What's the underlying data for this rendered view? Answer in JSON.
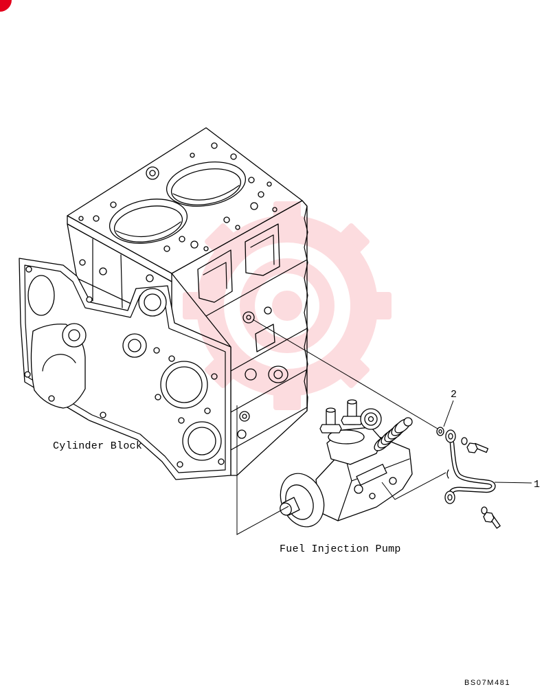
{
  "labels": {
    "cylinder_block": "Cylinder Block",
    "fuel_injection_pump": "Fuel Injection Pump"
  },
  "callouts": {
    "part_1": "1",
    "part_2": "2"
  },
  "drawing_code": "BS07M481",
  "colors": {
    "line": "#000000",
    "watermark": "#f0606a",
    "corner_mark": "#e3001b"
  }
}
